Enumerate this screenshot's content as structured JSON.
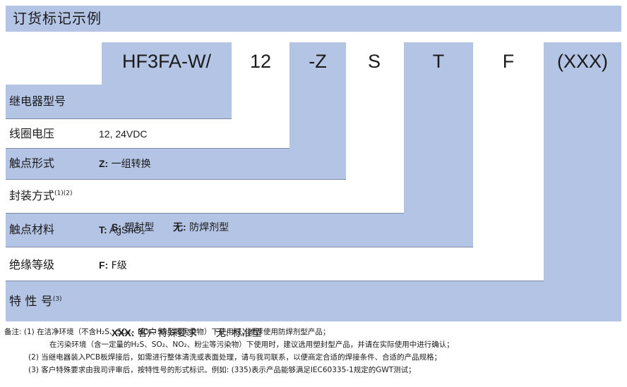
{
  "header": {
    "title": "订货标记示例"
  },
  "code_parts": [
    {
      "text": "HF3FA-W/"
    },
    {
      "text": "12"
    },
    {
      "text": "-Z"
    },
    {
      "text": "S"
    },
    {
      "text": "T"
    },
    {
      "text": "F"
    },
    {
      "text": "(XXX)"
    }
  ],
  "rows": [
    {
      "label": "继电器型号",
      "label_sup": "",
      "desc_parts": []
    },
    {
      "label": "线圈电压",
      "label_sup": "",
      "desc_parts": [
        {
          "text": "12, 24VDC",
          "bold": false
        }
      ]
    },
    {
      "label": "触点形式",
      "label_sup": "",
      "desc_parts": [
        {
          "text": "Z:",
          "bold": true
        },
        {
          "text": " 一组转换",
          "bold": false
        }
      ]
    },
    {
      "label": "封装方式",
      "label_sup": "(1)(2)",
      "desc_parts": [
        {
          "text": "S:",
          "bold": true
        },
        {
          "text": " 塑封型      ",
          "bold": false
        },
        {
          "text": "无:",
          "bold": true
        },
        {
          "text": " 防焊剂型",
          "bold": false
        }
      ]
    },
    {
      "label": "触点材料",
      "label_sup": "",
      "desc_parts": [
        {
          "text": "T:",
          "bold": true
        },
        {
          "text": " AgSnO₂",
          "bold": false
        }
      ]
    },
    {
      "label": "绝缘等级",
      "label_sup": "",
      "desc_parts": [
        {
          "text": "F:",
          "bold": true
        },
        {
          "text": " F级",
          "bold": false
        }
      ]
    },
    {
      "label": "特 性 号",
      "label_sup": "(3)",
      "desc_parts": [
        {
          "text": "XXX:",
          "bold": true
        },
        {
          "text": " 客户特殊要求      ",
          "bold": false
        },
        {
          "text": "无:",
          "bold": false
        },
        {
          "text": " 标准型",
          "bold": false
        }
      ]
    }
  ],
  "notes": {
    "lines": [
      "备注: (1) 在洁净环境（不含H₂S、SO₂、NO₂、粉尘等污染物）下使用时，推荐使用防焊剂型产品；",
      "在污染环境（含一定量的H₂S、SO₂、NO₂、粉尘等污染物）下使用时，建议选用塑封型产品，并请在实际使用中进行确认；",
      "(2) 当继电器装入PCB板焊接后，如需进行整体清洗或表面处理，请与我司联系，以便商定合适的焊接条件、合适的产品规格；",
      "(3) 客户特殊要求由我司评审后，按特性号的形式标识。例如: (335)表示产品能够满足IEC60335-1规定的GWT测试；"
    ]
  },
  "colors": {
    "band": "#b4c4e4",
    "rule": "#7a8aa8"
  }
}
